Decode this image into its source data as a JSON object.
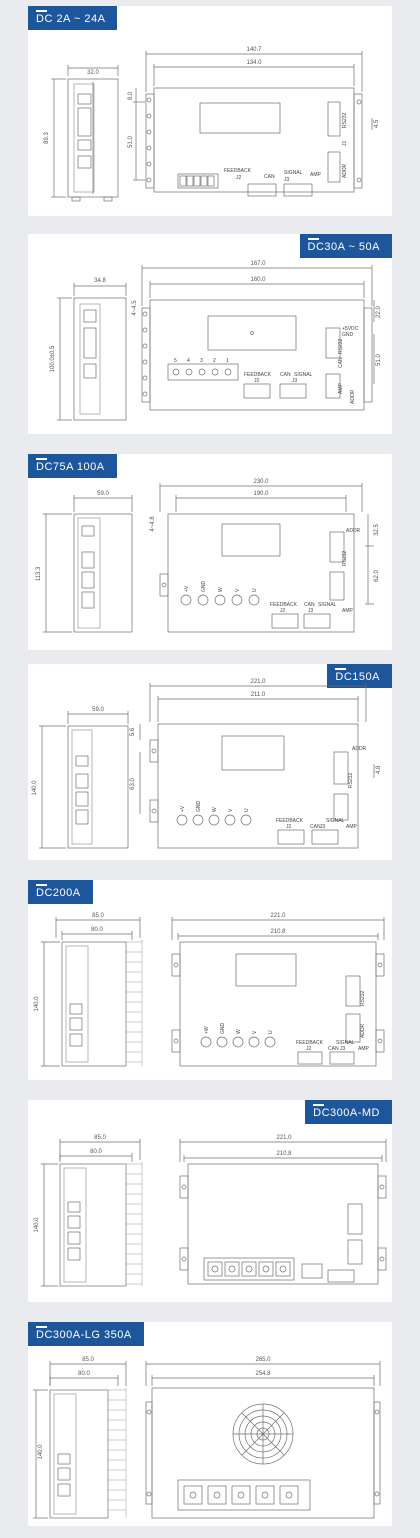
{
  "sections": [
    {
      "title": "DC  2A ~ 24A",
      "side_width": "32.0",
      "height_label": "89.3",
      "outer_width": "140.7",
      "inner_width": "134.0",
      "top_offset": "8.0",
      "hole_span": "51.0",
      "right_offset": "4.5",
      "connectors": [
        "FEEDBACK",
        "J2",
        "CAN",
        "J3",
        "SIGNAL",
        "AMP",
        "RS232",
        "J1",
        "ADDR"
      ]
    },
    {
      "title": "DC30A ~ 50A",
      "side_width": "34.8",
      "height_label": "100.0±0.5",
      "outer_width": "167.0",
      "inner_width": "160.0",
      "top_offset": "4~4.5",
      "right_top": "22.0",
      "hole_span": "51.0",
      "terminals": [
        "5",
        "4",
        "3",
        "2",
        "1"
      ],
      "connectors": [
        "FEEDBACK",
        "J2",
        "CAN",
        "SIGNAL",
        "J3",
        "AMP",
        "RS232",
        "CAN",
        "+5VDC",
        "GND",
        "ADDR"
      ]
    },
    {
      "title": "DC75A  100A",
      "side_width": "59.0",
      "height_label": "113.3",
      "outer_width": "230.0",
      "inner_width": "190.0",
      "top_offset": "4~4.8",
      "right_top": "32.5",
      "hole_span": "62.0",
      "terminals": [
        "+V",
        "GND",
        "W",
        "V",
        "U"
      ],
      "connectors": [
        "FEEDBACK",
        "J2",
        "CAN",
        "J3",
        "SIGNAL",
        "AMP",
        "RS232",
        "ADDR"
      ]
    },
    {
      "title": "DC150A",
      "side_width": "59.0",
      "height_label": "140.0",
      "outer_width": "221.0",
      "inner_width": "211.0",
      "top_offset": "5.6",
      "hole_span": "63.0",
      "right_offset": "4.8",
      "terminals": [
        "+V",
        "GND",
        "W",
        "V",
        "U"
      ],
      "connectors": [
        "FEEDBACK",
        "J2",
        "CAN",
        "J3",
        "SIGNAL",
        "AMP",
        "RS232",
        "ADDR"
      ]
    },
    {
      "title": "DC200A",
      "side_outer": "85.0",
      "side_inner": "80.0",
      "height_label": "140.0",
      "outer_width": "221.0",
      "inner_width": "210.8",
      "terminals": [
        "+W",
        "GND",
        "W",
        "V",
        "U"
      ],
      "connectors": [
        "FEEDBACK",
        "J2",
        "CAN",
        "SIGNAL",
        "J3",
        "AMP",
        "RS232",
        "ADDR"
      ]
    },
    {
      "title": "DC300A-MD",
      "side_outer": "85.0",
      "side_inner": "80.0",
      "height_label": "140.0",
      "outer_width": "221.0",
      "inner_width": "210.8"
    },
    {
      "title": "DC300A-LG   350A",
      "side_outer": "85.0",
      "side_inner": "80.0",
      "height_label": "140.0",
      "outer_width": "265.0",
      "inner_width": "254.8"
    }
  ],
  "colors": {
    "tab": "#1d569b",
    "line": "#6f6f6f",
    "background": "#e9ebef"
  }
}
